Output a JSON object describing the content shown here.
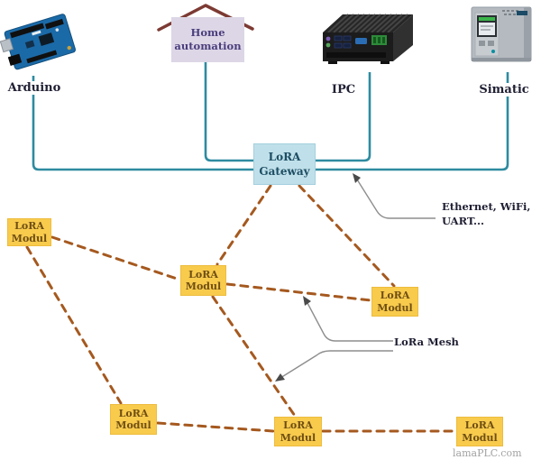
{
  "diagram": {
    "nodes": {
      "arduino": {
        "label": "Arduino"
      },
      "home_automation": {
        "line1": "Home",
        "line2": "automation"
      },
      "ipc": {
        "label": "IPC"
      },
      "simatic": {
        "label": "Simatic"
      }
    },
    "gateway": {
      "line1": "LoRA",
      "line2": "Gateway"
    },
    "module_count": 6,
    "module_label": {
      "line1": "LoRA",
      "line2": "Modul"
    },
    "annotations": {
      "ethernet": {
        "line1": "Ethernet, WiFi,",
        "line2": "UART..."
      },
      "mesh": "LoRa Mesh"
    },
    "watermark": "lamaPLC.com",
    "icons": {
      "arduino": "arduino-board-icon",
      "home_automation": "house-roof-icon",
      "ipc": "ipc-device-icon",
      "simatic": "simatic-plc-icon",
      "leaders": "arrowhead-icon"
    },
    "colors": {
      "bus_teal": "#2E8BA0",
      "mesh_dash": "#A5591F",
      "gateway_fill": "#BFE0EA",
      "gateway_text": "#1D4D63",
      "module_fill": "#F8CB4D",
      "module_text": "#6F4E12",
      "home_fill": "#DCD6E6",
      "home_text": "#4B3E7D",
      "roof": "#7C3A33",
      "label_text": "#1F1F33",
      "leader_gray": "#8E8E8E",
      "watermark_gray": "#A2A2A2"
    }
  }
}
